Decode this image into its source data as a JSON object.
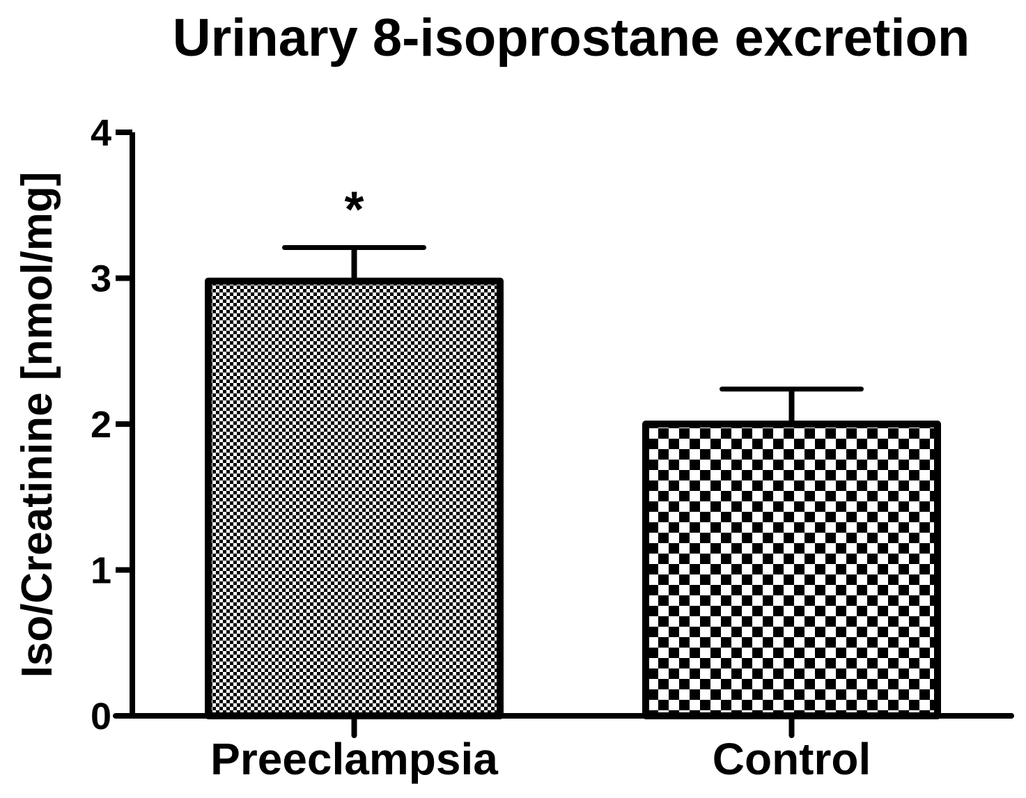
{
  "chart_data": {
    "type": "bar",
    "title": "Urinary 8-isoprostane excretion",
    "xlabel": "",
    "ylabel": "Iso/Creatinine [nmol/mg]",
    "ylim": [
      0,
      4
    ],
    "yticks": [
      "0",
      "1",
      "2",
      "3",
      "4"
    ],
    "grid": false,
    "categories": [
      "Preeclampsia",
      "Control"
    ],
    "values": [
      2.98,
      2.0
    ],
    "error_upper": [
      0.23,
      0.24
    ],
    "annotations": [
      {
        "category": "Preeclampsia",
        "text": "*"
      }
    ],
    "bar_patterns": [
      "fine-checker",
      "coarse-checker"
    ],
    "colors": {
      "ink": "#000000",
      "background": "#ffffff"
    }
  }
}
